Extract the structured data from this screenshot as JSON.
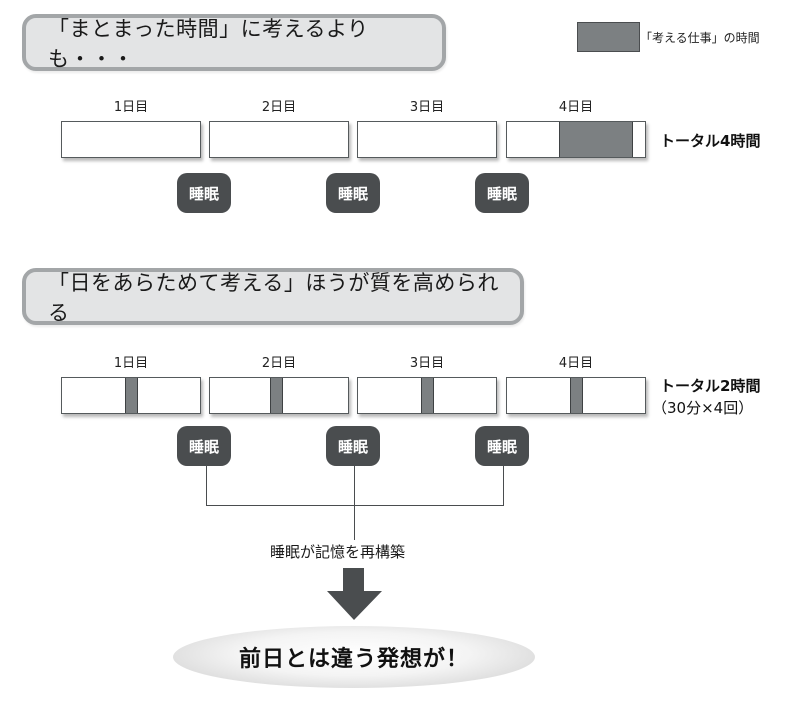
{
  "legend": {
    "swatch_color": "#7c8082",
    "label": "「考える仕事」の時間"
  },
  "section1": {
    "title": "「まとまった時間」に考えるよりも・・・",
    "days": [
      {
        "label": "1日目",
        "think_start": null,
        "think_end": null
      },
      {
        "label": "2日目",
        "think_start": null,
        "think_end": null
      },
      {
        "label": "3日目",
        "think_start": null,
        "think_end": null
      },
      {
        "label": "4日目",
        "think_start": 0.37,
        "think_end": 0.9
      }
    ],
    "sleep_label": "睡眠",
    "sleep_count": 3,
    "total": "トータル4時間"
  },
  "section2": {
    "title": "「日をあらためて考える」ほうが質を高められる",
    "days": [
      {
        "label": "1日目",
        "think_start": 0.45,
        "think_end": 0.54
      },
      {
        "label": "2日目",
        "think_start": 0.43,
        "think_end": 0.52
      },
      {
        "label": "3日目",
        "think_start": 0.45,
        "think_end": 0.54
      },
      {
        "label": "4日目",
        "think_start": 0.45,
        "think_end": 0.54
      }
    ],
    "sleep_label": "睡眠",
    "sleep_count": 3,
    "total": "トータル2時間",
    "total_sub": "（30分×4回）",
    "caption": "睡眠が記憶を再構築",
    "conclusion": "前日とは違う発想が！"
  },
  "colors": {
    "think_segment": "#7c8082",
    "sleep_badge": "#4a4d4f",
    "title_fill": "#e3e4e5",
    "title_border": "#a3a6a8"
  }
}
